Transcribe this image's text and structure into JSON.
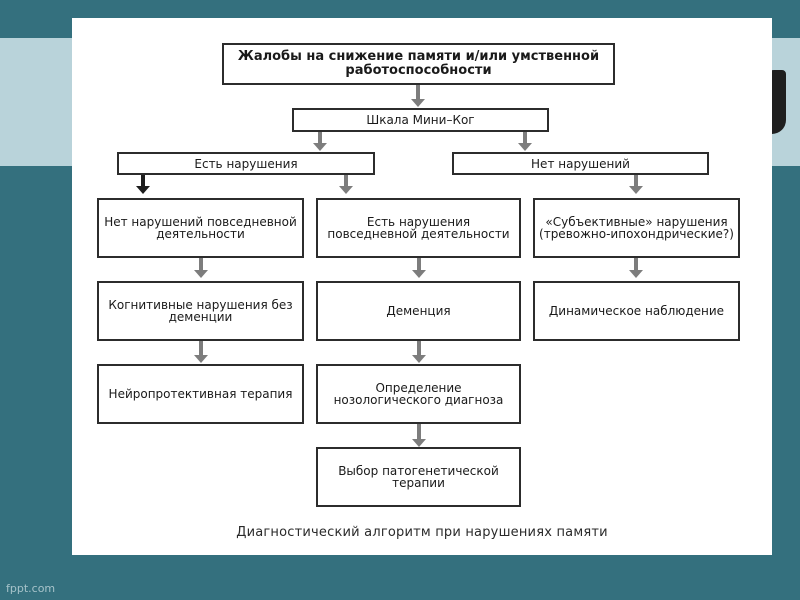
{
  "diagram": {
    "top_box": "Жалобы на снижение памяти и/или умственной работоспособности",
    "scale_box": "Шкала Мини–Ког",
    "branch_left": "Есть нарушения",
    "branch_right": "Нет нарушений",
    "col1": {
      "r1": "Нет нарушений повседневной деятельности",
      "r2": "Когнитивные нарушения без деменции",
      "r3": "Нейропротективная терапия"
    },
    "col2": {
      "r1": "Есть нарушения повседневной деятельности",
      "r2": "Деменция",
      "r3": "Определение нозологического диагноза",
      "r4": "Выбор патогенетической терапии"
    },
    "col3": {
      "r1": "«Субъективные» нарушения (тревожно-ипохондрические?)",
      "r2": "Динамическое наблюдение"
    },
    "caption": "Диагностический алгоритм при нарушениях памяти"
  },
  "footer": {
    "site": "fppt.com"
  },
  "colors": {
    "background": "#34707e",
    "band": "#b9d3da",
    "arrow": "#7d7d7d",
    "border": "#2c2c2c"
  }
}
